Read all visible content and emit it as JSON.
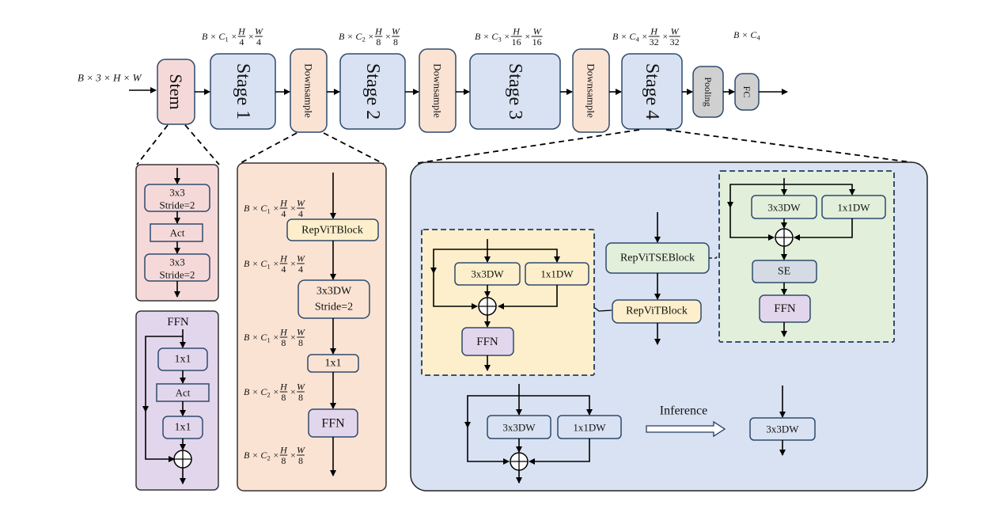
{
  "pipeline": {
    "input_shape": "B × 3 × H × W",
    "blocks": [
      {
        "id": "stem",
        "label": "Stem",
        "kind": "stem"
      },
      {
        "id": "stage1",
        "label": "Stage 1",
        "kind": "stage"
      },
      {
        "id": "down1",
        "label": "Downsample",
        "kind": "down"
      },
      {
        "id": "stage2",
        "label": "Stage 2",
        "kind": "stage"
      },
      {
        "id": "down2",
        "label": "Downsample",
        "kind": "down"
      },
      {
        "id": "stage3",
        "label": "Stage 3",
        "kind": "stage"
      },
      {
        "id": "down3",
        "label": "Downsample",
        "kind": "down"
      },
      {
        "id": "stage4",
        "label": "Stage 4",
        "kind": "stage"
      },
      {
        "id": "pool",
        "label": "Pooling",
        "kind": "pool"
      },
      {
        "id": "fc",
        "label": "FC",
        "kind": "pool"
      }
    ],
    "shapes": [
      {
        "prefix": "B × C",
        "sub": "1",
        "h": "H",
        "hd": "4",
        "w": "W",
        "wd": "4"
      },
      {
        "prefix": "B × C",
        "sub": "2",
        "h": "H",
        "hd": "8",
        "w": "W",
        "wd": "8"
      },
      {
        "prefix": "B × C",
        "sub": "3",
        "h": "H",
        "hd": "16",
        "w": "W",
        "wd": "16"
      },
      {
        "prefix": "B × C",
        "sub": "4",
        "h": "H",
        "hd": "32",
        "w": "W",
        "wd": "32"
      }
    ],
    "output_shape": {
      "prefix": "B × C",
      "sub": "4"
    }
  },
  "stem_detail": {
    "conv1": [
      "3x3",
      "Stride=2"
    ],
    "act": "Act",
    "conv2": [
      "3x3",
      "Stride=2"
    ]
  },
  "ffn_detail": {
    "title": "FFN",
    "conv1": "1x1",
    "act": "Act",
    "conv2": "1x1"
  },
  "downsample_detail": {
    "shapes": [
      {
        "prefix": "B × C",
        "sub": "1",
        "h": "H",
        "hd": "4",
        "w": "W",
        "wd": "4"
      },
      {
        "prefix": "B × C",
        "sub": "1",
        "h": "H",
        "hd": "4",
        "w": "W",
        "wd": "4"
      },
      {
        "prefix": "B × C",
        "sub": "1",
        "h": "H",
        "hd": "8",
        "w": "W",
        "wd": "8"
      },
      {
        "prefix": "B × C",
        "sub": "2",
        "h": "H",
        "hd": "8",
        "w": "W",
        "wd": "8"
      },
      {
        "prefix": "B × C",
        "sub": "2",
        "h": "H",
        "hd": "8",
        "w": "W",
        "wd": "8"
      }
    ],
    "repvit_block": "RepViTBlock",
    "dw": [
      "3x3DW",
      "Stride=2"
    ],
    "pw": "1x1",
    "ffn": "FFN"
  },
  "stage_detail": {
    "repvit_block": {
      "dw3": "3x3DW",
      "dw1": "1x1DW",
      "ffn": "FFN"
    },
    "repvit_se_block_label": "RepViTSEBlock",
    "repvit_block_label": "RepViTBlock",
    "repvit_se_block": {
      "dw3": "3x3DW",
      "dw1": "1x1DW",
      "se": "SE",
      "ffn": "FFN"
    },
    "reparam": {
      "dw3": "3x3DW",
      "dw1": "1x1DW",
      "arrow_label": "Inference",
      "fused": "3x3DW"
    }
  },
  "colors": {
    "stem": "#f5d9d9",
    "stage": "#d9e2f3",
    "downsample": "#fbe3d4",
    "pooling": "#d0d0d0",
    "ffn": "#e2d6ec",
    "repvit": "#fdefcb",
    "se_block": "#e2efda",
    "se": "#d5dbe5",
    "stroke": "#2f4a6d"
  }
}
